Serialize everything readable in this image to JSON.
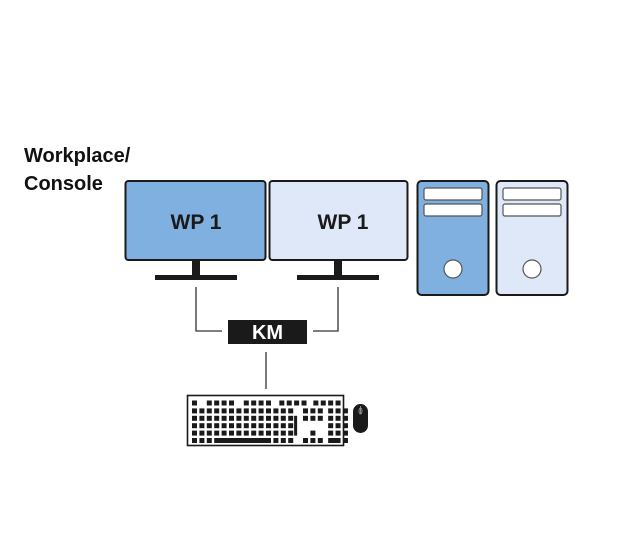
{
  "title": {
    "line1": "Workplace/",
    "line2": "Console"
  },
  "monitors": [
    {
      "label": "WP 1",
      "color": "#7fb0e0"
    },
    {
      "label": "WP 1",
      "color": "#dfe8f8"
    }
  ],
  "computers": [
    {
      "name": "computer-1",
      "color": "#7fb0e0"
    },
    {
      "name": "computer-2",
      "color": "#dfe8f8"
    }
  ],
  "km_switch": {
    "label": "KM",
    "color": "#1a1a1a"
  },
  "peripherals": {
    "keyboard": "keyboard-icon",
    "mouse": "mouse-icon"
  },
  "colors": {
    "outline": "#1a1a1a",
    "connector": "#333333"
  }
}
